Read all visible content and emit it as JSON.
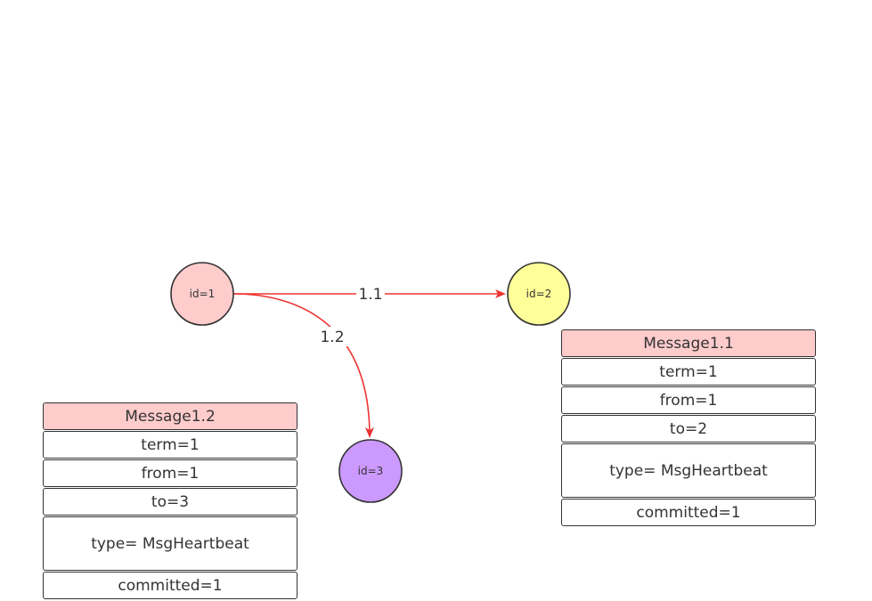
{
  "nodes": [
    {
      "id": "n1",
      "label": "id=1",
      "fill": "#ffcccc"
    },
    {
      "id": "n2",
      "label": "id=2",
      "fill": "#ffff99"
    },
    {
      "id": "n3",
      "label": "id=3",
      "fill": "#cc99ff"
    }
  ],
  "edges": [
    {
      "from": "id=1",
      "to": "id=2",
      "label": "1.1",
      "color": "#ee3333"
    },
    {
      "from": "id=1",
      "to": "id=3",
      "label": "1.2",
      "color": "#ee3333"
    }
  ],
  "messages": {
    "m12": {
      "title": "Message1.2",
      "term": "term=1",
      "from": "from=1",
      "to": "to=3",
      "type": "type=  MsgHeartbeat",
      "committed": "committed=1"
    },
    "m11": {
      "title": "Message1.1",
      "term": "term=1",
      "from": "from=1",
      "to": "to=2",
      "type": "type=  MsgHeartbeat",
      "committed": "committed=1"
    }
  },
  "colors": {
    "edge": "#ee3333",
    "stroke": "#333333",
    "header_fill": "#ffcccc"
  }
}
